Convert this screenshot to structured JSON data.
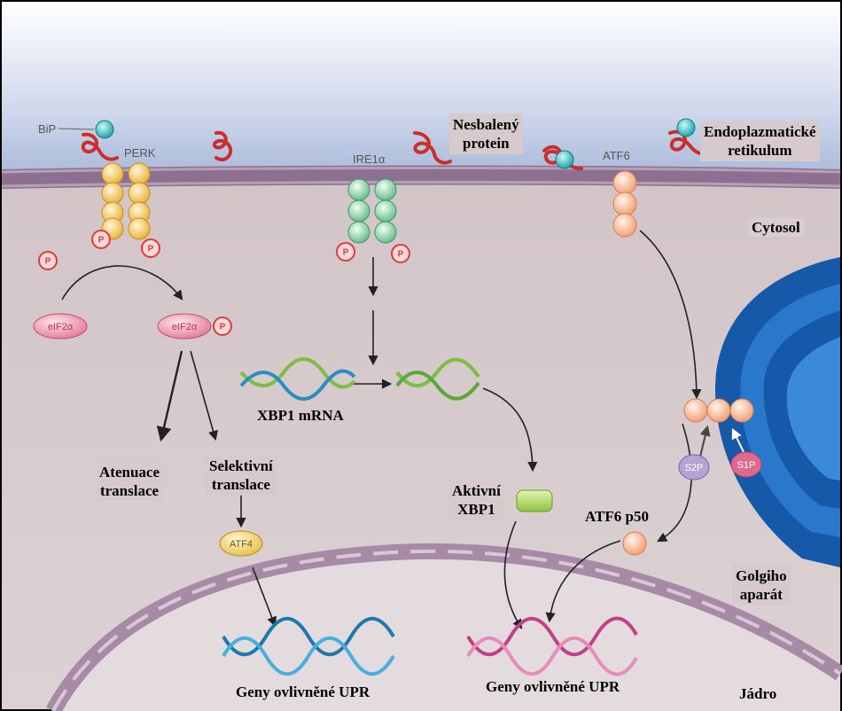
{
  "labels": {
    "bip": "BiP",
    "perk": "PERK",
    "ire1": "IRE1α",
    "atf6": "ATF6",
    "unfolded": [
      "Nesbalený",
      "protein"
    ],
    "er": [
      "Endoplazmatické",
      "retikulum"
    ],
    "cytosol": "Cytosol",
    "p": "P",
    "eif2a": "eIF2α",
    "xbp1_mrna": "XBP1 mRNA",
    "attenuation": [
      "Atenuace",
      "translace"
    ],
    "selective": [
      "Selektivní",
      "translace"
    ],
    "atf4": "ATF4",
    "active_xbp1": [
      "Aktivní",
      "XBP1"
    ],
    "atf6p50": "ATF6 p50",
    "s2p": "S2P",
    "s1p": "S1P",
    "golgi": [
      "Golgiho",
      "aparát"
    ],
    "upr_genes_left": "Geny ovlivněné UPR",
    "upr_genes_right": "Geny ovlivněné UPR",
    "nucleus": "Jádro"
  },
  "colors": {
    "er_lumen_top": "#ffffff",
    "er_lumen_bottom": "#9fb1d5",
    "membrane": "#8d6f8f",
    "cytosol": "#d6cbcd",
    "nucleus": "#e3dbdd",
    "golgi": "#1e6bbf",
    "perk": "#f2c14e",
    "ire1": "#8fd0a8",
    "atf6": "#f6b896",
    "protein": "#c9302c",
    "bip": "#2fb3b7",
    "dna_left": "#2b8fc6",
    "dna_right": "#d45a97",
    "xbp1_active": "#a8d05a"
  }
}
